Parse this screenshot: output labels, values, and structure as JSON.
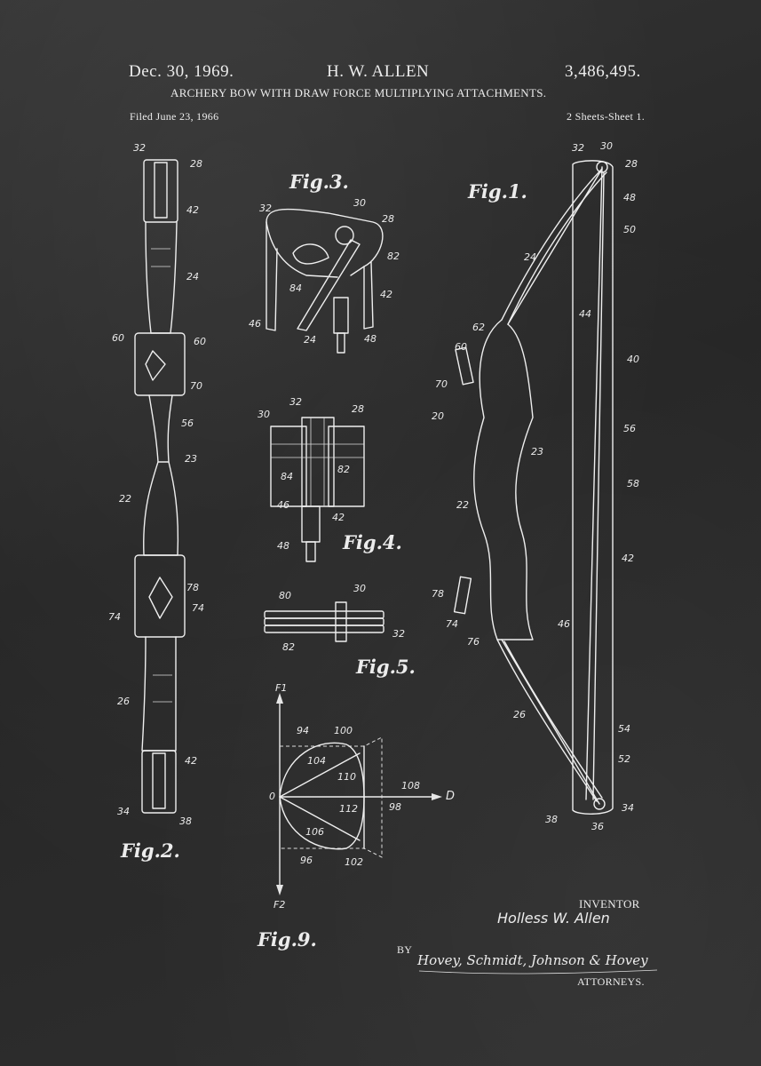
{
  "header": {
    "date": "Dec. 30, 1969.",
    "inventor_name": "H. W. ALLEN",
    "patent_number": "3,486,495.",
    "title": "ARCHERY BOW WITH DRAW FORCE MULTIPLYING ATTACHMENTS.",
    "filed": "Filed June 23, 1966",
    "sheets": "2 Sheets-Sheet 1."
  },
  "figures": {
    "fig1": "Fig.1.",
    "fig2": "Fig.2.",
    "fig3": "Fig.3.",
    "fig4": "Fig.4.",
    "fig5": "Fig.5.",
    "fig9": "Fig.9."
  },
  "graph": {
    "y_top_label": "F1",
    "y_bottom_label": "F2",
    "x_label": "D",
    "origin_label": "0"
  },
  "footer": {
    "inventor_heading": "INVENTOR",
    "inventor_signature": "Holless W. Allen",
    "by": "BY",
    "attorneys_signature": "Hovey, Schmidt, Johnson & Hovey",
    "attorneys": "ATTORNEYS."
  },
  "reference_numerals": {
    "fig2": [
      "32",
      "28",
      "42",
      "24",
      "60",
      "60",
      "70",
      "56",
      "23",
      "22",
      "78",
      "74",
      "74",
      "26",
      "42",
      "34",
      "38"
    ],
    "fig3": [
      "32",
      "30",
      "28",
      "82",
      "84",
      "42",
      "46",
      "24",
      "48"
    ],
    "fig4": [
      "30",
      "32",
      "28",
      "84",
      "82",
      "46",
      "42",
      "48"
    ],
    "fig5": [
      "80",
      "30",
      "82",
      "32"
    ],
    "fig9": [
      "94",
      "100",
      "104",
      "110",
      "108",
      "98",
      "112",
      "106",
      "96",
      "102"
    ],
    "fig1": [
      "32",
      "30",
      "28",
      "48",
      "50",
      "24",
      "44",
      "62",
      "60",
      "40",
      "70",
      "20",
      "56",
      "23",
      "58",
      "22",
      "42",
      "78",
      "74",
      "46",
      "76",
      "26",
      "54",
      "52",
      "38",
      "36",
      "34"
    ]
  },
  "colors": {
    "background": "#2b2b2b",
    "chalk": "#ececec"
  }
}
